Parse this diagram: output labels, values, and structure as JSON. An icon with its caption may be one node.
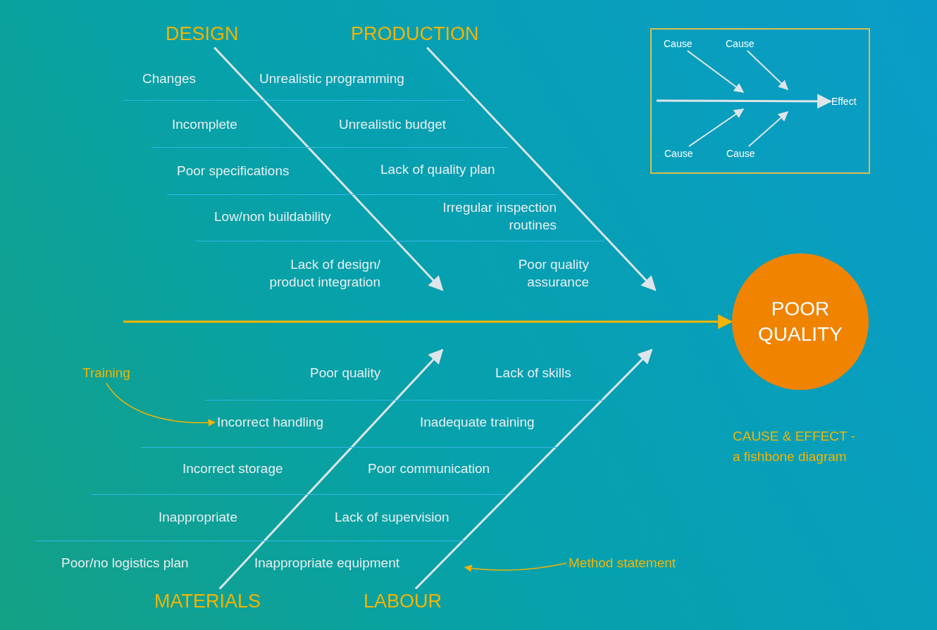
{
  "diagram": {
    "title": "CAUSE & EFFECT - a fishbone diagram",
    "nodes": [
      {
        "text": [
          "DESIGN"
        ]
      },
      {
        "text": [
          "PRODUCTION"
        ]
      },
      {
        "text": [
          "Cause"
        ]
      },
      {
        "text": [
          "Cause"
        ]
      },
      {
        "text": [
          "Effect"
        ]
      },
      {
        "text": [
          "Cause"
        ]
      },
      {
        "text": [
          "Cause"
        ]
      },
      {
        "text": [
          "POOR QUALITY"
        ]
      },
      {
        "text": [
          "Training"
        ]
      },
      {
        "text": [
          "Incorrect handling"
        ]
      },
      {
        "text": [
          "Method statement"
        ]
      },
      {
        "text": [
          "MATERIALS"
        ]
      },
      {
        "text": [
          "LABOUR"
        ]
      }
    ],
    "edges": [
      {
        "from": 0,
        "to": null,
        "arrow": "to"
      },
      {
        "from": 1,
        "to": null,
        "arrow": "to"
      },
      {
        "from": 2,
        "to": null,
        "arrow": "to"
      },
      {
        "from": 3,
        "to": null,
        "arrow": "to"
      },
      {
        "from": null,
        "to": 4,
        "arrow": "to"
      },
      {
        "from": 5,
        "to": null,
        "arrow": "to"
      },
      {
        "from": 6,
        "to": null,
        "arrow": "to"
      },
      {
        "from": null,
        "to": 7,
        "arrow": "to",
        "color": "#f5b400"
      },
      {
        "from": 8,
        "to": 9,
        "arrow": "to",
        "color": "#f5b400"
      },
      {
        "from": 10,
        "to": null,
        "arrow": "to",
        "color": "#f5b400"
      },
      {
        "from": 11,
        "to": null,
        "arrow": "to"
      },
      {
        "from": 12,
        "to": null,
        "arrow": "to"
      }
    ],
    "labels": [
      "Changes",
      "Unrealistic programming",
      "Incomplete",
      "Unrealistic budget",
      "Poor specifications",
      "Lack of quality plan",
      "Low/non buildability",
      "Irregular inspection routines",
      "Lack of design/ product integration",
      "Poor quality assurance",
      "Poor quality",
      "Lack of skills",
      "Inadequate training",
      "Incorrect storage",
      "Poor communication",
      "Inappropriate",
      "Lack of supervision",
      "Poor/no logistics plan",
      "Inappropriate equipment"
    ]
  }
}
